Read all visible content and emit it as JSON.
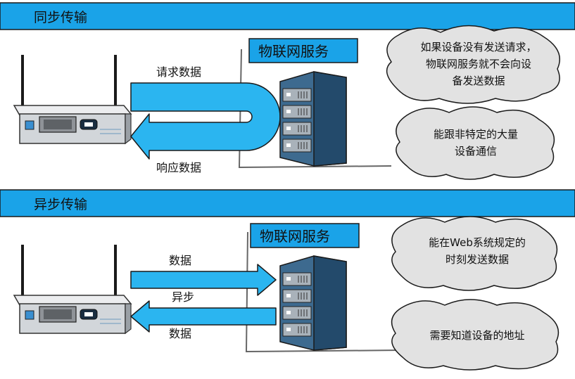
{
  "colors": {
    "banner": "#1aa3e8",
    "arrow": "#2bb5f0",
    "label_box": "#1aa3e8",
    "cloud": "#e2e2e2",
    "server_front": "#3d6a8f",
    "server_side": "#234a6b",
    "device_body": "#d2d6da"
  },
  "sync": {
    "title": "同步传输",
    "service_label": "物联网服务",
    "request_label": "请求数据",
    "response_label": "响应数据",
    "cloud_top": [
      "如果设备没有发送请求，",
      "物联网服务就不会向设",
      "备发送数据"
    ],
    "cloud_bottom": [
      "能跟非特定的大量",
      "设备通信"
    ]
  },
  "async": {
    "title": "异步传输",
    "service_label": "物联网服务",
    "data_label_top": "数据",
    "async_label": "异步",
    "data_label_bottom": "数据",
    "cloud_top": [
      "能在Web系统规定的",
      "时刻发送数据"
    ],
    "cloud_bottom": [
      "需要知道设备的地址"
    ]
  }
}
